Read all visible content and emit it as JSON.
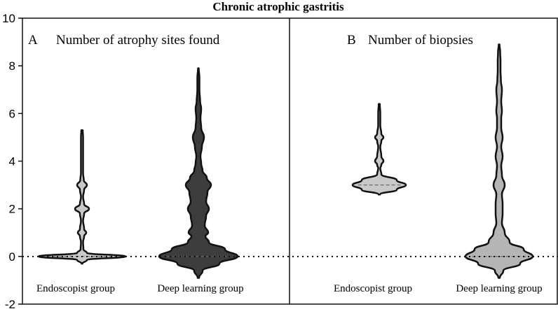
{
  "chart_data": {
    "type": "violin",
    "title": "Chronic atrophic gastritis",
    "ylim": [
      -2,
      10
    ],
    "yticks": [
      -2,
      0,
      2,
      4,
      6,
      8,
      10
    ],
    "reference_line_y": 0,
    "panels": [
      {
        "letter": "A",
        "title": "Number of atrophy sites found",
        "groups": [
          {
            "label": "Endoscopist group",
            "fill": "#c9c9c9",
            "min": -0.3,
            "max": 5.3,
            "median": 0,
            "profile": [
              [
                -0.3,
                0.5
              ],
              [
                -0.15,
                7
              ],
              [
                0,
                62
              ],
              [
                0.15,
                7
              ],
              [
                0.3,
                2
              ],
              [
                0.6,
                1.5
              ],
              [
                0.85,
                3
              ],
              [
                1,
                6
              ],
              [
                1.15,
                3
              ],
              [
                1.5,
                1.5
              ],
              [
                1.8,
                3
              ],
              [
                2,
                10
              ],
              [
                2.2,
                3
              ],
              [
                2.5,
                1.5
              ],
              [
                2.8,
                3
              ],
              [
                3,
                7
              ],
              [
                3.2,
                2.5
              ],
              [
                3.5,
                1.5
              ],
              [
                4,
                1.5
              ],
              [
                4.5,
                1.5
              ],
              [
                5,
                1.5
              ],
              [
                5.3,
                1
              ]
            ]
          },
          {
            "label": "Deep learning group",
            "fill": "#3d3d3d",
            "min": -0.9,
            "max": 7.9,
            "median": 0,
            "profile": [
              [
                -0.9,
                1
              ],
              [
                -0.6,
                6
              ],
              [
                -0.3,
                30
              ],
              [
                0,
                56
              ],
              [
                0.3,
                38
              ],
              [
                0.6,
                15
              ],
              [
                0.85,
                10
              ],
              [
                1,
                14
              ],
              [
                1.3,
                9
              ],
              [
                1.7,
                11
              ],
              [
                2,
                15
              ],
              [
                2.3,
                11
              ],
              [
                2.7,
                13
              ],
              [
                3,
                18
              ],
              [
                3.3,
                12
              ],
              [
                3.6,
                6
              ],
              [
                3.9,
                4
              ],
              [
                4.2,
                3
              ],
              [
                4.6,
                5
              ],
              [
                5,
                8
              ],
              [
                5.4,
                4
              ],
              [
                5.8,
                3
              ],
              [
                6.2,
                4
              ],
              [
                6.5,
                2.5
              ],
              [
                7,
                1.5
              ],
              [
                7.5,
                1.5
              ],
              [
                7.9,
                0.5
              ]
            ]
          }
        ]
      },
      {
        "letter": "B",
        "title": "Number of biopsies",
        "groups": [
          {
            "label": "Endoscopist group",
            "fill": "#c9c9c9",
            "min": 2.6,
            "max": 6.4,
            "median": 3,
            "profile": [
              [
                2.6,
                1
              ],
              [
                2.8,
                25
              ],
              [
                3,
                38
              ],
              [
                3.2,
                25
              ],
              [
                3.45,
                3
              ],
              [
                3.7,
                1.5
              ],
              [
                3.85,
                3
              ],
              [
                4,
                6
              ],
              [
                4.2,
                3
              ],
              [
                4.6,
                1.5
              ],
              [
                4.85,
                3
              ],
              [
                5,
                6
              ],
              [
                5.15,
                3
              ],
              [
                5.5,
                1.5
              ],
              [
                6,
                1.5
              ],
              [
                6.4,
                0.8
              ]
            ]
          },
          {
            "label": "Deep learning group",
            "fill": "#b5b5b5",
            "min": -0.9,
            "max": 8.9,
            "median": 0,
            "profile": [
              [
                -0.9,
                1
              ],
              [
                -0.6,
                6
              ],
              [
                -0.3,
                30
              ],
              [
                0,
                48
              ],
              [
                0.3,
                35
              ],
              [
                0.6,
                15
              ],
              [
                1,
                8
              ],
              [
                1.4,
                4
              ],
              [
                1.8,
                5
              ],
              [
                2.2,
                5
              ],
              [
                2.6,
                4
              ],
              [
                3,
                8
              ],
              [
                3.4,
                4
              ],
              [
                3.8,
                3
              ],
              [
                4.2,
                5
              ],
              [
                4.6,
                3
              ],
              [
                5,
                5
              ],
              [
                5.4,
                3
              ],
              [
                5.8,
                3
              ],
              [
                6.1,
                4
              ],
              [
                6.5,
                3
              ],
              [
                7,
                4
              ],
              [
                7.4,
                2.5
              ],
              [
                7.8,
                2
              ],
              [
                8.2,
                2
              ],
              [
                8.6,
                1.5
              ],
              [
                8.9,
                0.5
              ]
            ]
          }
        ]
      }
    ]
  }
}
